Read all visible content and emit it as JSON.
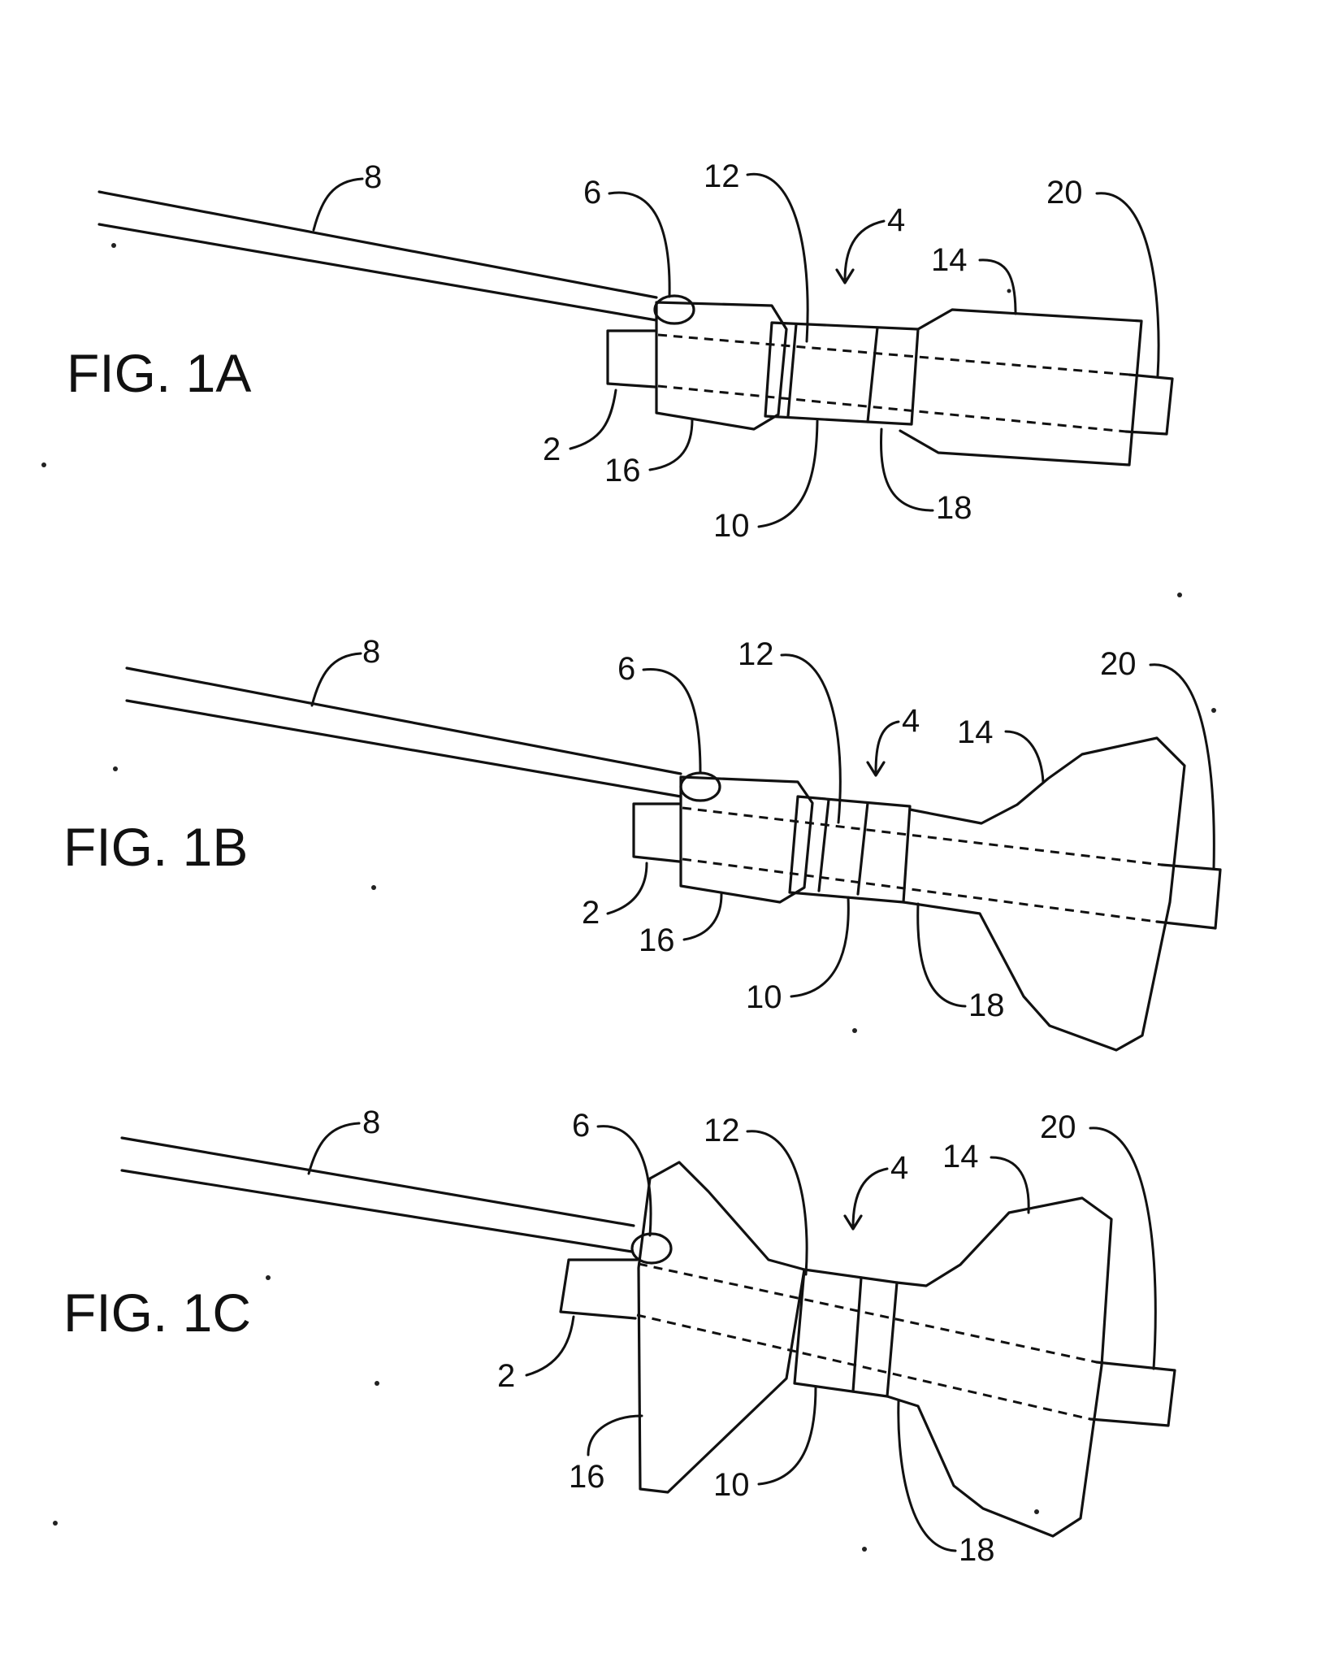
{
  "figures": [
    {
      "title": "FIG. 1A",
      "refs": [
        "8",
        "6",
        "12",
        "4",
        "14",
        "20",
        "2",
        "16",
        "10",
        "18"
      ]
    },
    {
      "title": "FIG. 1B",
      "refs": [
        "8",
        "6",
        "12",
        "4",
        "14",
        "20",
        "2",
        "16",
        "10",
        "18"
      ]
    },
    {
      "title": "FIG. 1C",
      "refs": [
        "8",
        "6",
        "12",
        "4",
        "14",
        "20",
        "2",
        "16",
        "10",
        "18"
      ]
    }
  ]
}
